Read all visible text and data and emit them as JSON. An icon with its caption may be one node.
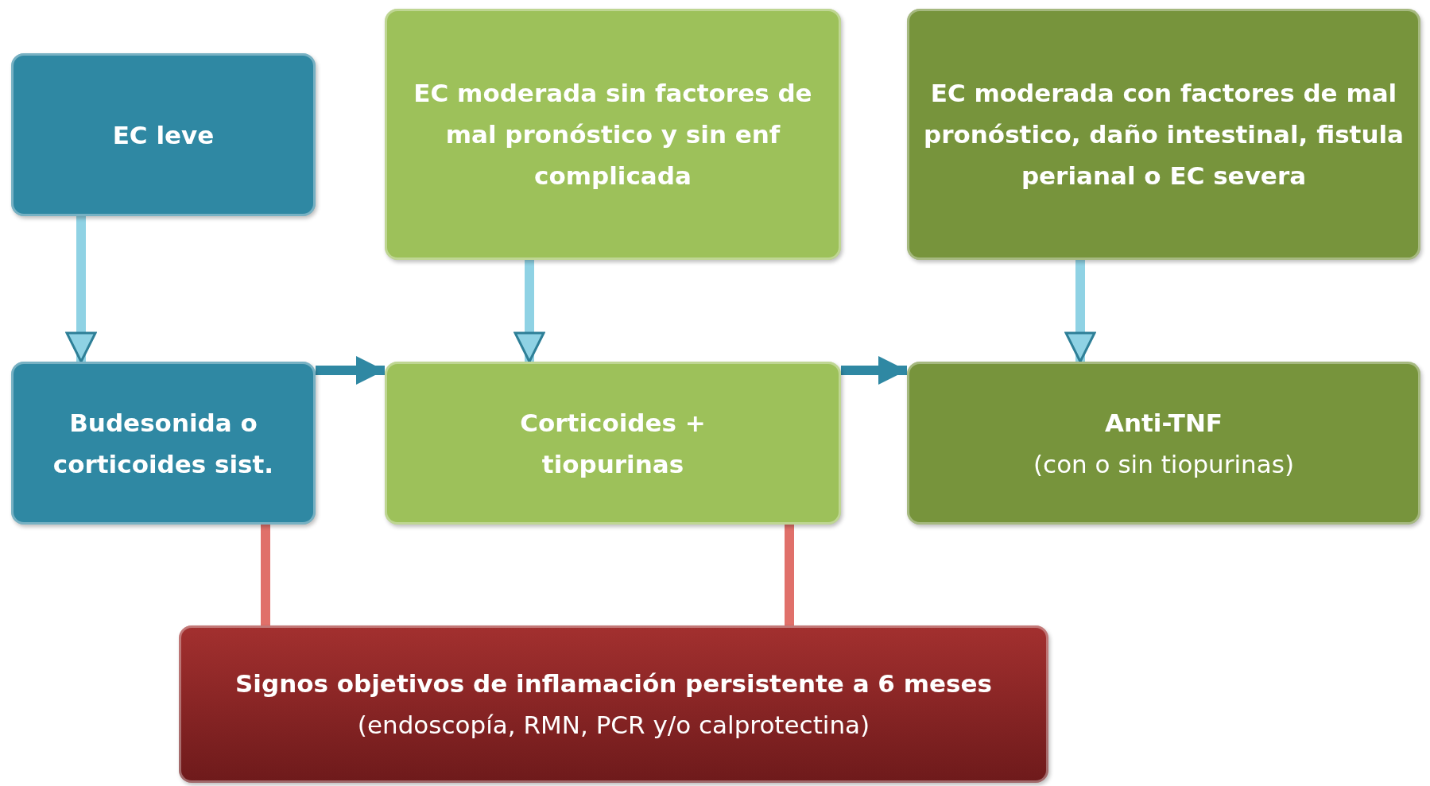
{
  "diagram": {
    "nodes": [
      {
        "text": [
          "EC leve"
        ]
      },
      {
        "text": [
          "EC moderada  sin factores de mal  pronóstico y sin enf complicada"
        ]
      },
      {
        "text": [
          "EC moderada con factores de mal pronóstico,  daño intestinal, fistula perianal o EC severa"
        ]
      },
      {
        "text": [
          "Budesonida o corticoides sist."
        ]
      },
      {
        "text": [
          "Corticoides + tiopurinas"
        ]
      },
      {
        "text": [
          "Anti-TNF",
          "(con o sin tiopurinas)"
        ]
      },
      {
        "text": [
          "Signos objetivos de  inflamación persistente  a 6 meses",
          "(endoscopía, RMN, PCR  y/o calprotectina)"
        ]
      }
    ],
    "edges": [
      {
        "from": 0,
        "to": 3,
        "arrow": "to"
      },
      {
        "from": 1,
        "to": 4,
        "arrow": "to"
      },
      {
        "from": 2,
        "to": 5,
        "arrow": "to"
      },
      {
        "from": 3,
        "to": 4,
        "arrow": "to",
        "color": "#2f88a3"
      },
      {
        "from": 4,
        "to": 5,
        "arrow": "to",
        "color": "#2f88a3"
      },
      {
        "from": 3,
        "to": 6,
        "arrow": "none",
        "color": "#e0706a"
      },
      {
        "from": 4,
        "to": 6,
        "arrow": "none",
        "color": "#e0706a"
      }
    ]
  }
}
